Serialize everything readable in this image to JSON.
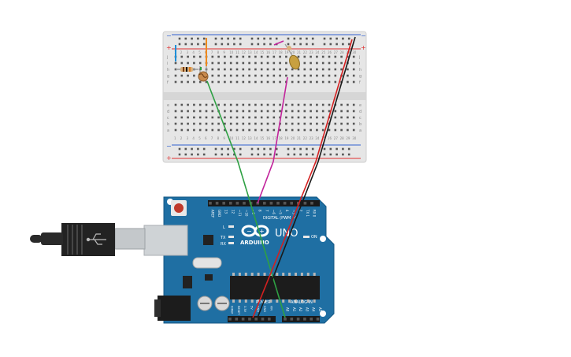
{
  "breadboard": {
    "row_letters_top": [
      "j",
      "i",
      "h",
      "g",
      "f"
    ],
    "row_letters_bottom": [
      "e",
      "d",
      "c",
      "b",
      "a"
    ],
    "column_numbers": [
      "1",
      "2",
      "3",
      "4",
      "5",
      "6",
      "7",
      "8",
      "9",
      "10",
      "11",
      "12",
      "13",
      "14",
      "15",
      "16",
      "17",
      "18",
      "19",
      "20",
      "21",
      "22",
      "23",
      "24",
      "25",
      "26",
      "27",
      "28",
      "29",
      "30"
    ],
    "rail_plus": "+",
    "rail_minus": "−"
  },
  "arduino": {
    "brand": "ARDUINO",
    "model": "UNO",
    "digital_header_label": "DIGITAL (PWM ~)",
    "digital_pins": [
      "AREF",
      "GND",
      "13",
      "12",
      "~11",
      "~10",
      "~9",
      "8",
      "7",
      "~6",
      "~5",
      "4",
      "~3",
      "2",
      "TX 1",
      "RX 0"
    ],
    "analog_header_label": "ANALOG IN",
    "analog_pins": [
      "A0",
      "A1",
      "A2",
      "A3",
      "A4",
      "A5"
    ],
    "power_header_label": "POWER",
    "power_pins": [
      "IOREF",
      "RESET",
      "3.3V",
      "5V",
      "GND",
      "GND",
      "VIN"
    ],
    "led_labels": [
      "L",
      "TX",
      "RX"
    ],
    "on_label": "ON"
  },
  "colors": {
    "board_blue": "#1f6fa3",
    "breadboard": "#e4e4e4",
    "wire_green": "#2ea043",
    "wire_magenta": "#c2249c",
    "wire_red": "#d42020",
    "wire_black": "#1a1a1a",
    "wire_blue": "#1e8fd8",
    "wire_orange": "#f08a1c",
    "rail_red": "#e03030",
    "rail_blue": "#3060d0"
  },
  "components": [
    "photoresistor",
    "resistor",
    "piezo-buzzer",
    "usb-cable",
    "arduino-uno",
    "breadboard"
  ]
}
